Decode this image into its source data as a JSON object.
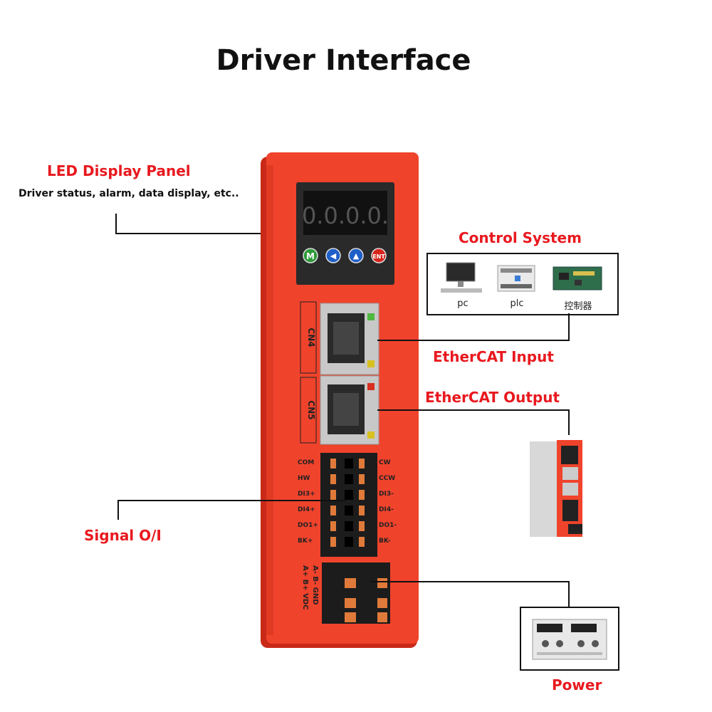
{
  "title": "Driver Interface",
  "led_panel": {
    "label": "LED Display Panel",
    "desc": "Driver status, alarm, data display, etc..",
    "digits": "0.0.0.0.",
    "buttons": [
      "M",
      "◀",
      "▲",
      "ENT"
    ]
  },
  "control_system": {
    "label": "Control System",
    "items": [
      "pc",
      "plc",
      "控制器"
    ]
  },
  "ethercat_input": {
    "label": "EtherCAT Input",
    "port": "CN4"
  },
  "ethercat_output": {
    "label": "EtherCAT Output",
    "port": "CN5"
  },
  "signal": {
    "label": "Signal O/I",
    "left_pins": [
      "COM",
      "HW",
      "DI3+",
      "DI4+",
      "DO1+",
      "BK+"
    ],
    "right_pins": [
      "CW",
      "CCW",
      "DI3-",
      "DI4-",
      "DO1-",
      "BK-"
    ]
  },
  "power_connector": {
    "row1": "A+ B+ VDC",
    "row2": "A- B- GND"
  },
  "power": {
    "label": "Power"
  },
  "colors": {
    "red": "#e8191f",
    "housing": "#f0432c",
    "housing_dark": "#c92a18"
  }
}
